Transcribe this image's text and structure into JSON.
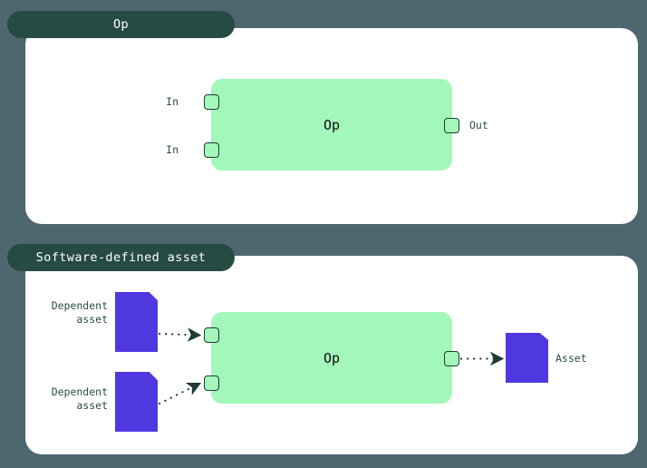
{
  "background_color": "#4e6670",
  "panel_color": "#ffffff",
  "pill_color": "#264b43",
  "op_box_color": "#a4f7bb",
  "asset_color": "#5038e0",
  "edge_color": "#1d3b34",
  "sections": [
    {
      "id": "op",
      "title": "Op",
      "op_box_label": "Op",
      "inputs": [
        {
          "label": "In"
        },
        {
          "label": "In"
        }
      ],
      "outputs": [
        {
          "label": "Out"
        }
      ]
    },
    {
      "id": "software-defined-asset",
      "title": "Software-defined asset",
      "op_box_label": "Op",
      "inputs": [
        {
          "label": "Dependent\nasset"
        },
        {
          "label": "Dependent\nasset"
        }
      ],
      "outputs": [
        {
          "label": "Asset"
        }
      ]
    }
  ],
  "icons": {
    "asset": "document-icon",
    "port": "port-square-icon",
    "edge": "dotted-arrow-icon"
  }
}
